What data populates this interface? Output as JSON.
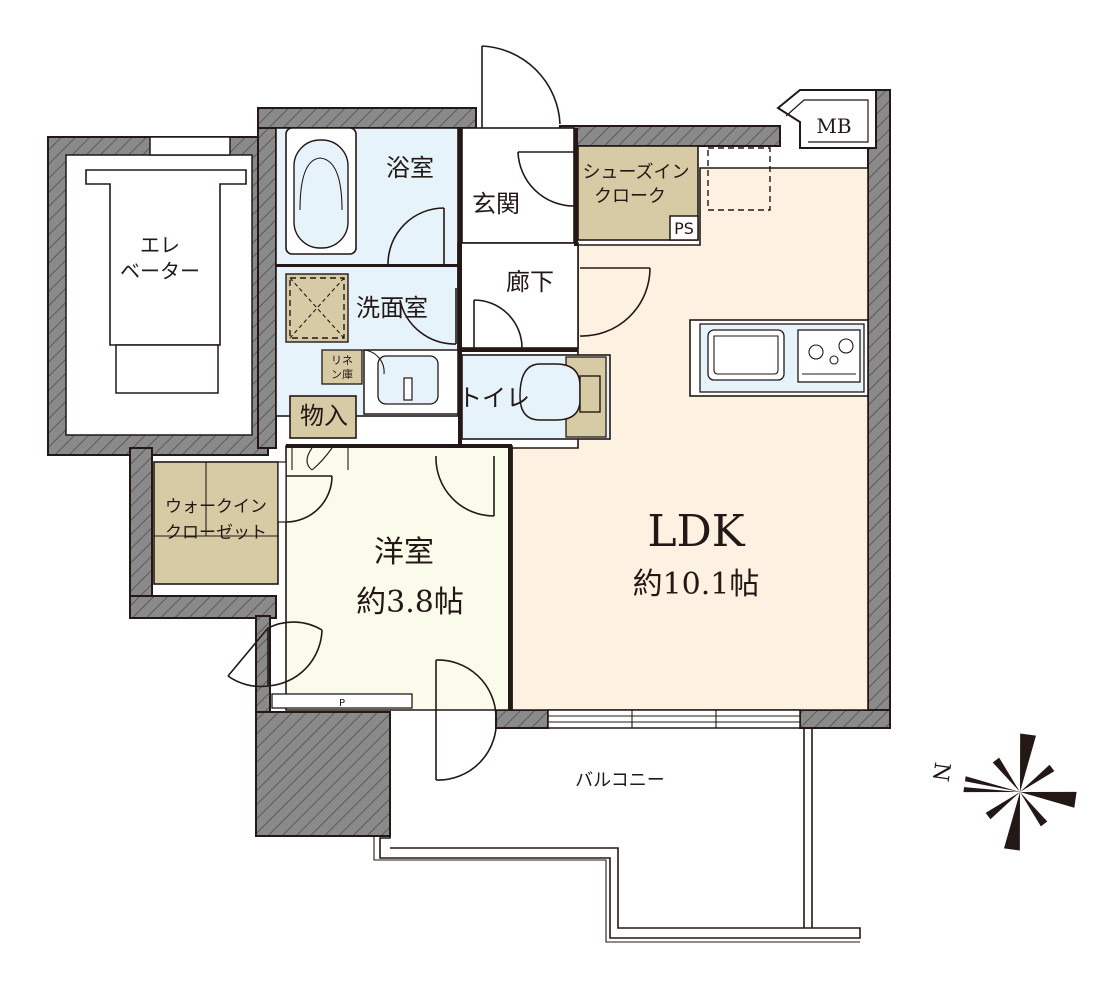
{
  "colors": {
    "wall": "#8a8a8a",
    "ldk": "#fdf1e1",
    "western_room": "#fbfbec",
    "wet_area": "#e7f3fb",
    "storage": "#d6cba5",
    "hall": "#ffffff",
    "line": "#231815"
  },
  "rooms": {
    "ldk": {
      "name": "LDK",
      "area": "約10.1帖"
    },
    "western": {
      "name": "洋室",
      "area": "約3.8帖"
    },
    "bath": {
      "name": "浴室"
    },
    "entrance": {
      "name": "玄関"
    },
    "corridor": {
      "name": "廊下"
    },
    "washroom": {
      "name": "洗面室"
    },
    "toilet": {
      "name": "トイレ"
    },
    "storage": {
      "name": "物入"
    },
    "linen": {
      "name_line1": "リネ",
      "name_line2": "ン庫"
    },
    "shoes_closet": {
      "name_line1": "シューズイン",
      "name_line2": "クローク"
    },
    "walk_in_closet": {
      "name_line1": "ウォークイン",
      "name_line2": "クローゼット"
    },
    "balcony": {
      "name": "バルコニー"
    },
    "elevator": {
      "name_line1": "エレ",
      "name_line2": "ベーター"
    }
  },
  "labels": {
    "mb": "MB",
    "ps": "PS",
    "p": "P",
    "compass_n": "N"
  },
  "icons": {
    "compass": "compass-rose-icon",
    "bathtub": "bathtub-icon",
    "sink": "sink-icon",
    "kitchen_sink": "kitchen-sink-icon",
    "stove": "stove-icon",
    "toilet": "toilet-icon"
  }
}
